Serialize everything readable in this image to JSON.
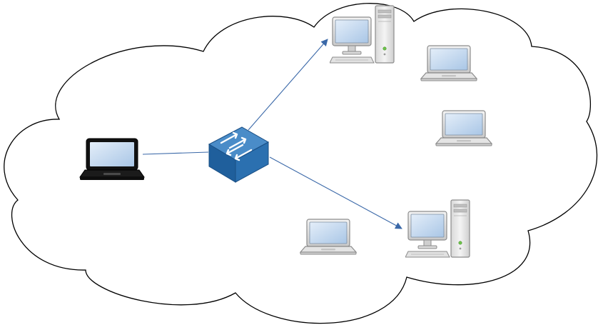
{
  "diagram": {
    "nodes": [
      {
        "id": "source-laptop",
        "kind": "laptop",
        "style": "dark"
      },
      {
        "id": "network-switch",
        "kind": "switch"
      },
      {
        "id": "desktop-top",
        "kind": "desktop"
      },
      {
        "id": "desktop-bottom",
        "kind": "desktop"
      },
      {
        "id": "laptop-top-right",
        "kind": "laptop",
        "style": "gray"
      },
      {
        "id": "laptop-mid-right",
        "kind": "laptop",
        "style": "gray"
      },
      {
        "id": "laptop-bottom-left",
        "kind": "laptop",
        "style": "gray"
      }
    ],
    "edges": [
      {
        "from": "source-laptop",
        "to": "network-switch",
        "arrow": false
      },
      {
        "from": "network-switch",
        "to": "desktop-top",
        "arrow": true
      },
      {
        "from": "network-switch",
        "to": "desktop-bottom",
        "arrow": true
      }
    ]
  },
  "colors": {
    "cloud_stroke": "#000000",
    "connector": "#3a68a8",
    "switch_top": "#4a8cc8",
    "switch_side": "#1d5c99",
    "screen": "#bcd6ef",
    "gray_body": "#e4e4e4",
    "dark_body": "#111111"
  }
}
